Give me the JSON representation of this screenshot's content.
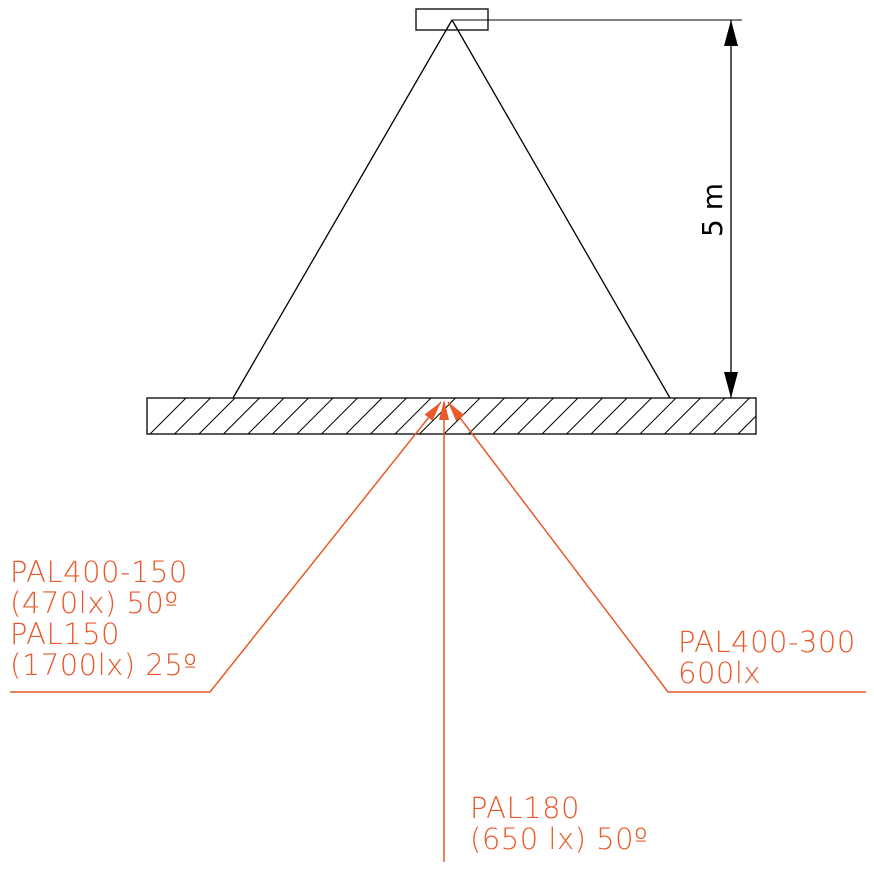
{
  "dimension": {
    "label": "5 m"
  },
  "colors": {
    "line": "#000000",
    "callout": "#e85a2b"
  },
  "callouts": {
    "left": {
      "lines": [
        "PAL400-150",
        "(470lx) 50º",
        "PAL150",
        "(1700lx) 25º"
      ]
    },
    "right": {
      "lines": [
        "PAL400-300",
        "600lx"
      ]
    },
    "bottom": {
      "lines": [
        "PAL180",
        "(650 lx) 50º"
      ]
    }
  }
}
